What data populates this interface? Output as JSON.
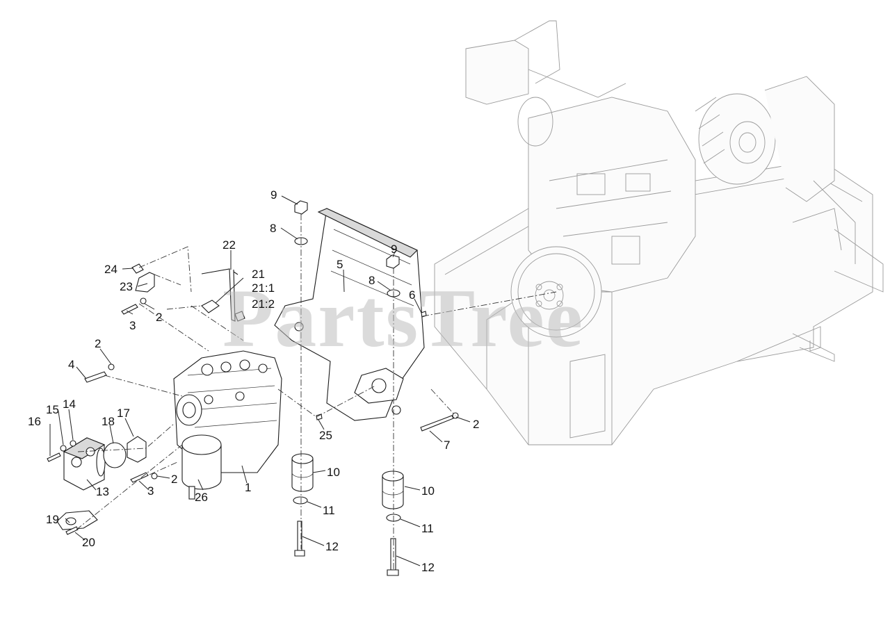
{
  "watermark": "PartsTree",
  "callouts": {
    "c1": "1",
    "c2a": "2",
    "c2b": "2",
    "c2c": "2",
    "c2d": "2",
    "c3a": "3",
    "c3b": "3",
    "c4": "4",
    "c5": "5",
    "c6": "6",
    "c7": "7",
    "c8a": "8",
    "c8b": "8",
    "c9a": "9",
    "c9b": "9",
    "c10a": "10",
    "c10b": "10",
    "c11a": "11",
    "c11b": "11",
    "c12a": "12",
    "c12b": "12",
    "c13": "13",
    "c14": "14",
    "c15": "15",
    "c16": "16",
    "c17": "17",
    "c18": "18",
    "c19": "19",
    "c20": "20",
    "c21": "21",
    "c21_1": "21:1",
    "c21_2": "21:2",
    "c22": "22",
    "c23": "23",
    "c24": "24",
    "c25": "25",
    "c26": "26"
  }
}
